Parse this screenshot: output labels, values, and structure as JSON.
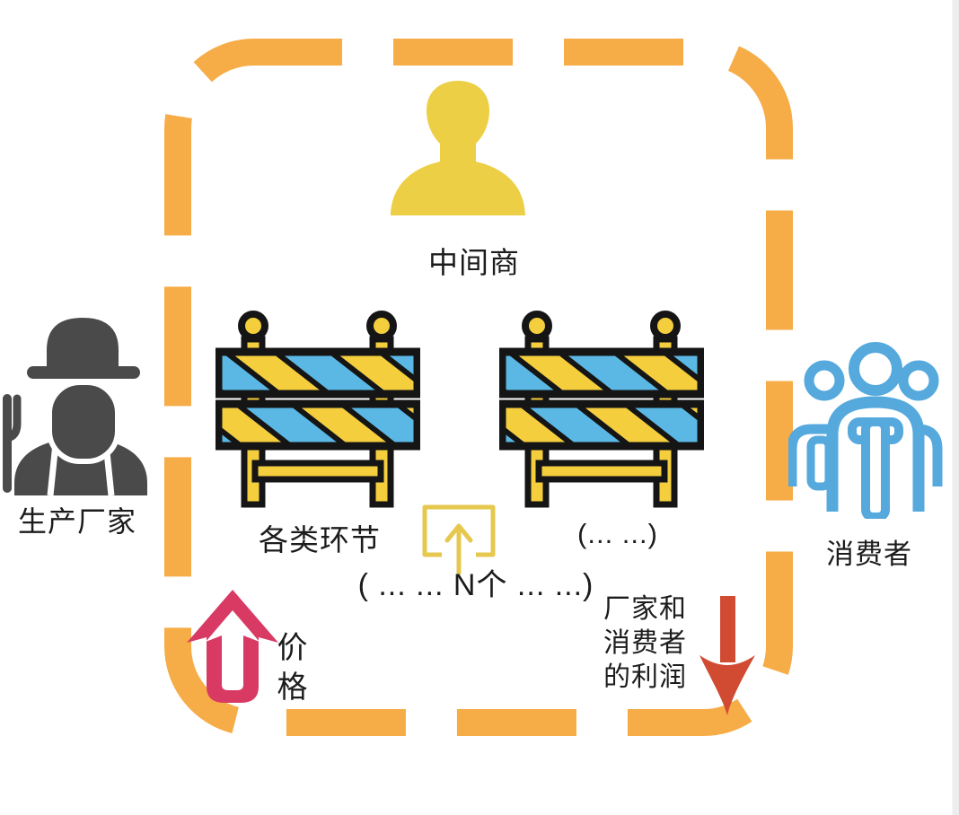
{
  "diagram": {
    "middleman": {
      "label": "中间商",
      "icon": "person-bust-icon"
    },
    "producer": {
      "label": "生产厂家",
      "icon": "farmer-icon"
    },
    "consumer": {
      "label": "消费者",
      "icon": "people-group-icon"
    },
    "barriers": {
      "left_label": "各类环节",
      "right_label": "(... ...)",
      "count_label": "( ... ... N个 ... ...)",
      "icon": "roadblock-barrier-icon",
      "upload_icon": "arrow-into-box-icon"
    },
    "price": {
      "label": "价格",
      "direction": "up"
    },
    "profit": {
      "label": "厂家和\n消费者\n的利润",
      "direction": "down"
    },
    "colors": {
      "border_orange": "#F6AC47",
      "person_yellow": "#ECCF44",
      "producer_gray": "#4A4A4A",
      "consumer_blue": "#55A9DC",
      "barrier_blue": "#5BB8E5",
      "barrier_yellow": "#F5CE3E",
      "barrier_outline": "#151515",
      "price_pink": "#D83A64",
      "profit_red": "#D14B33",
      "upload_yellow": "#E6C84F"
    }
  }
}
